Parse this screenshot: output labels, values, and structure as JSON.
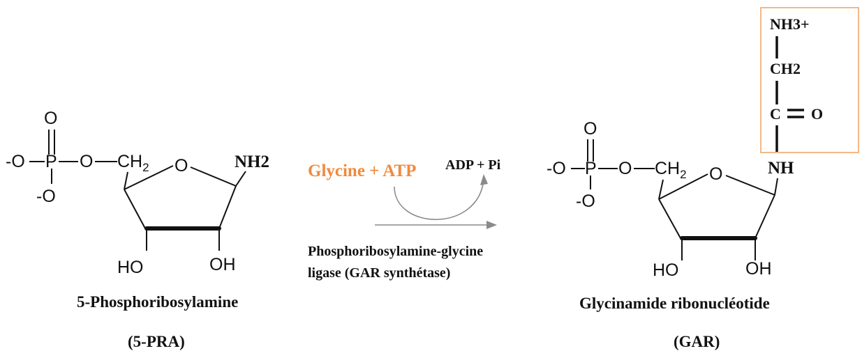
{
  "colors": {
    "reagent": "#f08a3c",
    "box_border": "#f0a060",
    "arrow": "#8a8a8a",
    "ink": "#111111"
  },
  "left_molecule": {
    "phosphate_o_top": "O",
    "o_minus_left": "-O",
    "phosphorus": "P",
    "bridge_o": "O",
    "ch": "CH",
    "ch_sub": "2",
    "ring_o": "O",
    "amine": "NH2",
    "o_minus_bottom": "-O",
    "ho": "HO",
    "oh": "OH",
    "name": "5-Phosphoribosylamine",
    "abbrev": "(5-PRA)"
  },
  "reaction": {
    "reagents": "Glycine + ATP",
    "products": "ADP + Pi",
    "enzyme_line1": "Phosphoribosylamine-glycine",
    "enzyme_line2": "ligase (GAR synthétase)"
  },
  "right_molecule": {
    "phosphate_o_top": "O",
    "o_minus_left": "-O",
    "phosphorus": "P",
    "bridge_o": "O",
    "ch": "CH",
    "ch_sub": "2",
    "ring_o": "O",
    "nh": "NH",
    "o_minus_bottom": "-O",
    "ho": "HO",
    "oh": "OH",
    "name": "Glycinamide ribonucléotide",
    "abbrev": "(GAR)",
    "box": {
      "nh3": "NH3+",
      "ch2": "CH2",
      "c": "C",
      "o": "O"
    }
  }
}
